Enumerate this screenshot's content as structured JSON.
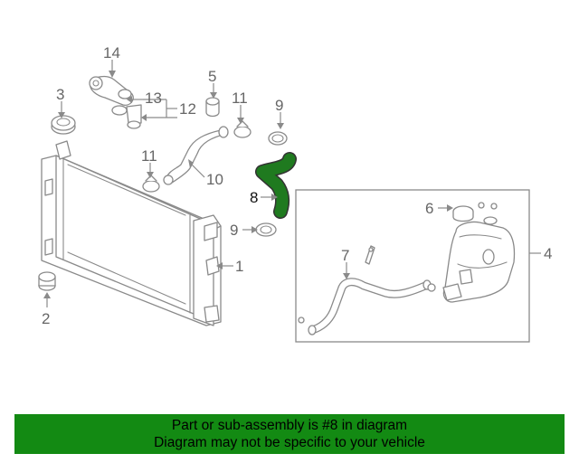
{
  "diagram": {
    "highlight_color": "#1f7a1f",
    "callouts": [
      {
        "id": "c1",
        "text": "1"
      },
      {
        "id": "c2",
        "text": "2"
      },
      {
        "id": "c3",
        "text": "3"
      },
      {
        "id": "c4",
        "text": "4"
      },
      {
        "id": "c5",
        "text": "5"
      },
      {
        "id": "c6",
        "text": "6"
      },
      {
        "id": "c7",
        "text": "7"
      },
      {
        "id": "c8",
        "text": "8"
      },
      {
        "id": "c9a",
        "text": "9"
      },
      {
        "id": "c9b",
        "text": "9"
      },
      {
        "id": "c10",
        "text": "10"
      },
      {
        "id": "c11a",
        "text": "11"
      },
      {
        "id": "c11b",
        "text": "11"
      },
      {
        "id": "c12",
        "text": "12"
      },
      {
        "id": "c13",
        "text": "13"
      },
      {
        "id": "c14",
        "text": "14"
      }
    ]
  },
  "banner": {
    "line1": "Part or sub-assembly is #8 in diagram",
    "line2": "Diagram may not be specific to your vehicle",
    "background": "#138a13"
  }
}
